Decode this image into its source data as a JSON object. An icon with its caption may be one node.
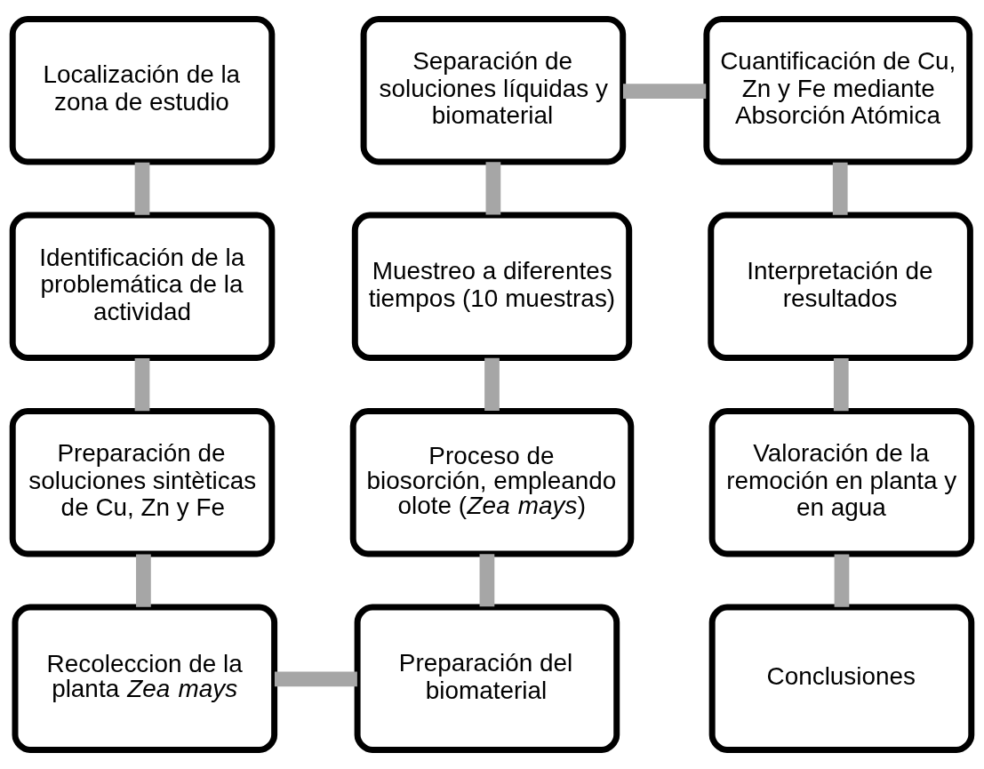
{
  "diagram": {
    "nodes": [
      {
        "text": [
          "Localización de la zona de estudio"
        ]
      },
      {
        "text": [
          "Identificación de la problemática de la actividad"
        ]
      },
      {
        "text": [
          "Preparación de soluciones sintèticas de Cu, Zn y Fe"
        ]
      },
      {
        "text": [
          "Recoleccion de la planta *Zea mays*"
        ]
      },
      {
        "text": [
          "Preparación del biomaterial"
        ]
      },
      {
        "text": [
          "Proceso de biosorción, empleando olote (*Zea mays*)"
        ]
      },
      {
        "text": [
          "Muestreo a diferentes tiempos (10 muestras)"
        ]
      },
      {
        "text": [
          "Separación de soluciones líquidas y biomaterial"
        ]
      },
      {
        "text": [
          "Cuantificación de Cu, Zn y Fe mediante Absorción Atómica"
        ]
      },
      {
        "text": [
          "Interpretación de resultados"
        ]
      },
      {
        "text": [
          "Valoración de la remoción en planta y en agua"
        ]
      },
      {
        "text": [
          "Conclusiones"
        ]
      }
    ],
    "edges": [
      {
        "from": 0,
        "to": 1,
        "arrow": "none"
      },
      {
        "from": 1,
        "to": 2,
        "arrow": "none"
      },
      {
        "from": 2,
        "to": 3,
        "arrow": "none"
      },
      {
        "from": 3,
        "to": 4,
        "arrow": "none"
      },
      {
        "from": 4,
        "to": 5,
        "arrow": "none"
      },
      {
        "from": 5,
        "to": 6,
        "arrow": "none"
      },
      {
        "from": 6,
        "to": 7,
        "arrow": "none"
      },
      {
        "from": 7,
        "to": 8,
        "arrow": "none"
      },
      {
        "from": 8,
        "to": 9,
        "arrow": "none"
      },
      {
        "from": 9,
        "to": 10,
        "arrow": "none"
      },
      {
        "from": 10,
        "to": 11,
        "arrow": "none"
      }
    ]
  }
}
